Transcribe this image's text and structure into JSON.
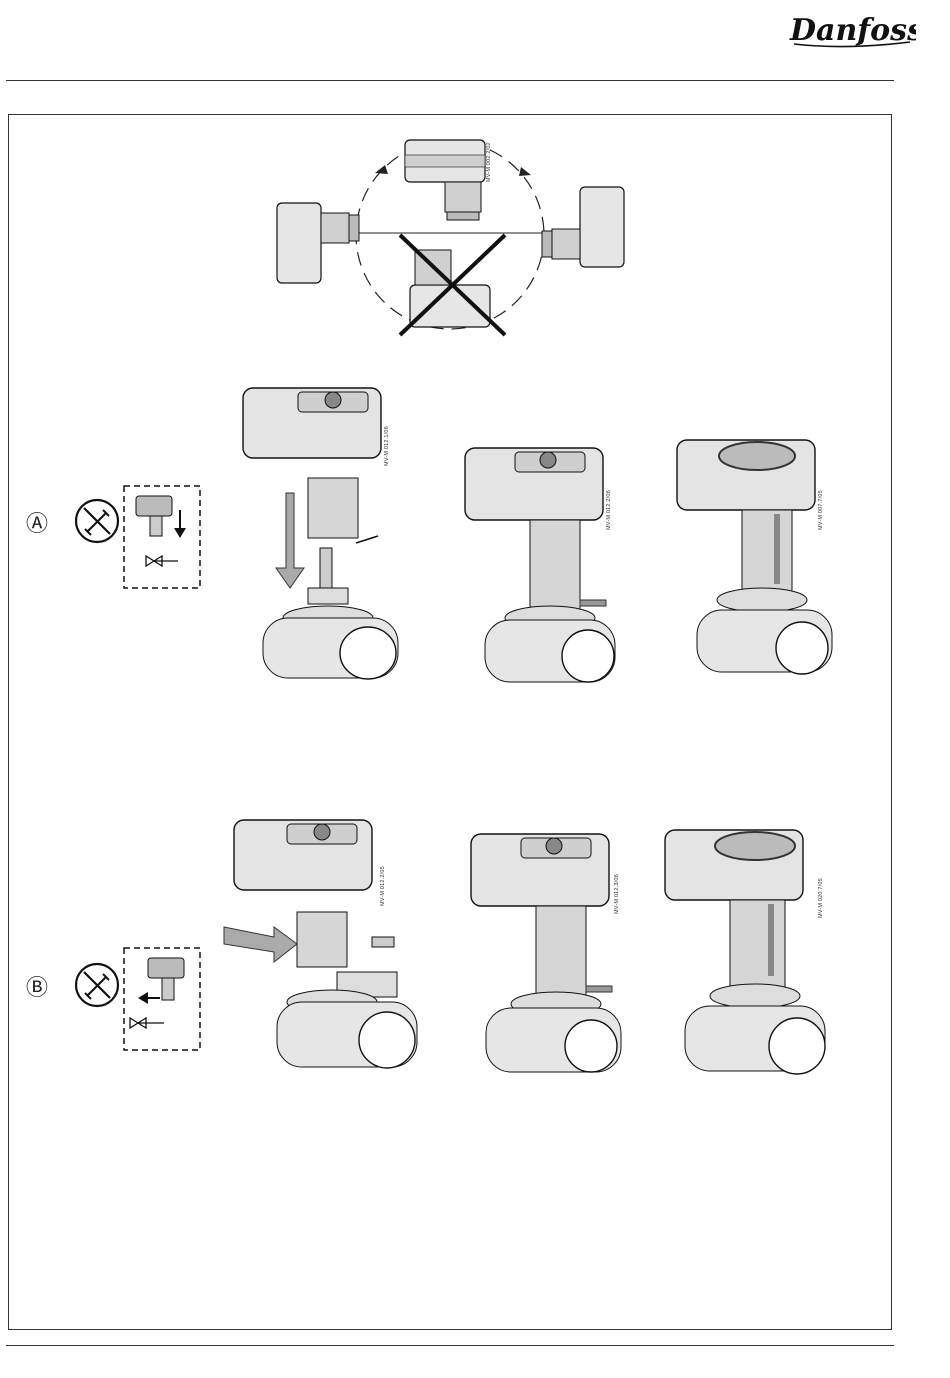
{
  "header": {
    "brand": "Danfoss"
  },
  "figures": {
    "orientation": {
      "code": "MV-M 002.2/02"
    },
    "sectionA": {
      "label": "Ⓐ",
      "steps": [
        {
          "code": "MV-M 012.1/06"
        },
        {
          "code": "MV-M 012.2/06"
        },
        {
          "code": "MV-M 007.7/05"
        }
      ]
    },
    "sectionB": {
      "label": "Ⓑ",
      "steps": [
        {
          "code": "MV-M 012.2/05"
        },
        {
          "code": "MV-M 012.3/06"
        },
        {
          "code": "MV-M 020.7/05"
        }
      ]
    }
  }
}
